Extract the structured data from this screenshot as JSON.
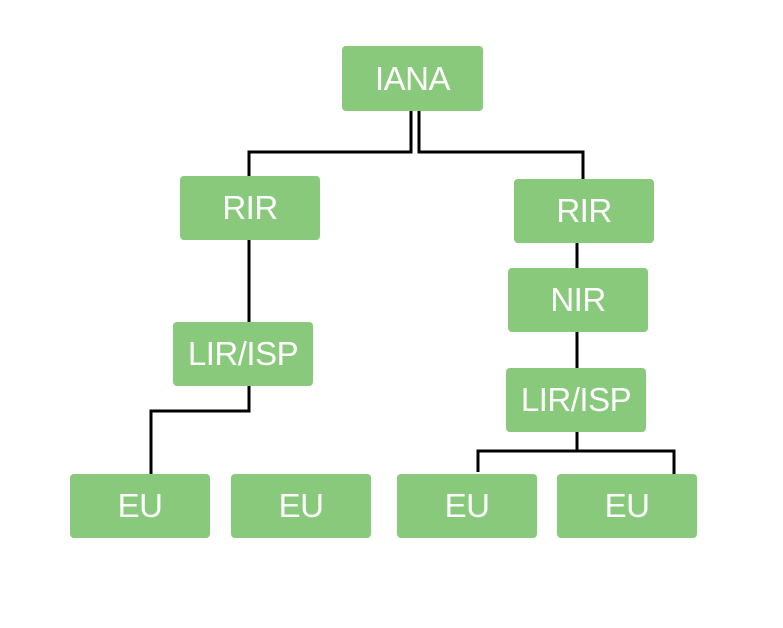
{
  "diagram": {
    "node_color": "#88c97c",
    "text_color": "#ffffff",
    "line_color": "#000000",
    "nodes": {
      "iana": "IANA",
      "rir_left": "RIR",
      "rir_right": "RIR",
      "nir": "NIR",
      "lir_left": "LIR/ISP",
      "lir_right": "LIR/ISP",
      "eu_1": "EU",
      "eu_2": "EU",
      "eu_3": "EU",
      "eu_4": "EU"
    },
    "edges": [
      [
        "iana",
        "rir_left"
      ],
      [
        "iana",
        "rir_right"
      ],
      [
        "rir_left",
        "lir_left"
      ],
      [
        "lir_left",
        "eu_1"
      ],
      [
        "rir_right",
        "nir"
      ],
      [
        "nir",
        "lir_right"
      ],
      [
        "lir_right",
        "eu_3"
      ],
      [
        "lir_right",
        "eu_4"
      ]
    ]
  }
}
